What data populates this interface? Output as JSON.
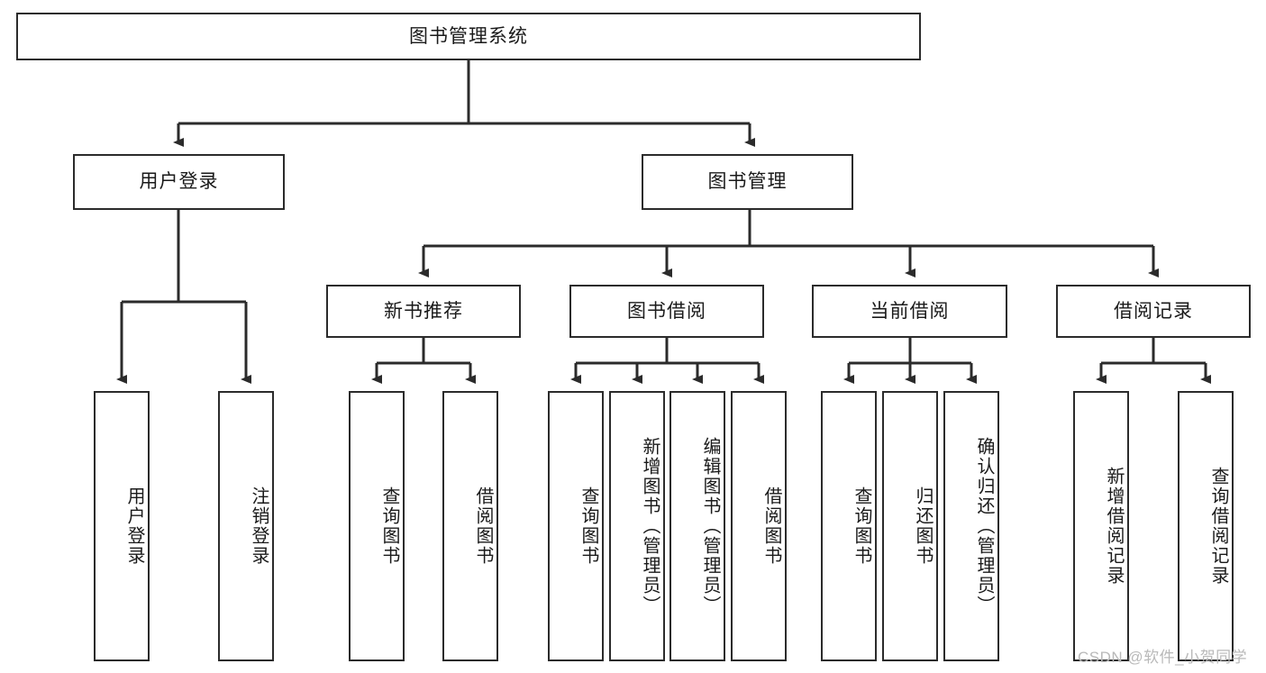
{
  "diagram": {
    "type": "tree-hierarchy",
    "title": "图书管理系统",
    "root": {
      "id": "root",
      "label": "图书管理系统"
    },
    "level2": [
      {
        "id": "user-login",
        "label": "用户登录"
      },
      {
        "id": "book-manage",
        "label": "图书管理"
      }
    ],
    "level3": [
      {
        "id": "new-book-rec",
        "label": "新书推荐"
      },
      {
        "id": "book-borrow",
        "label": "图书借阅"
      },
      {
        "id": "current-borrow",
        "label": "当前借阅"
      },
      {
        "id": "borrow-record",
        "label": "借阅记录"
      }
    ],
    "leaves": {
      "user_login": [
        {
          "id": "leaf-user-login",
          "label": "用户登录"
        },
        {
          "id": "leaf-logout-login",
          "label": "注销登录"
        }
      ],
      "new_book_rec": [
        {
          "id": "leaf-query-book-1",
          "label": "查询图书"
        },
        {
          "id": "leaf-borrow-book-1",
          "label": "借阅图书"
        }
      ],
      "book_borrow": [
        {
          "id": "leaf-query-book-2",
          "label": "查询图书"
        },
        {
          "id": "leaf-add-book",
          "label": "新增图书（管理员）"
        },
        {
          "id": "leaf-edit-book",
          "label": "编辑图书（管理员）"
        },
        {
          "id": "leaf-borrow-book-2",
          "label": "借阅图书"
        }
      ],
      "current_borrow": [
        {
          "id": "leaf-query-book-3",
          "label": "查询图书"
        },
        {
          "id": "leaf-return-book",
          "label": "归还图书"
        },
        {
          "id": "leaf-confirm-return",
          "label": "确认归还（管理员）"
        }
      ],
      "borrow_record": [
        {
          "id": "leaf-add-record",
          "label": "新增借阅记录"
        },
        {
          "id": "leaf-query-record",
          "label": "查询借阅记录"
        }
      ]
    },
    "watermark": "CSDN @软件_小贺同学",
    "colors": {
      "box_border": "#2b2b2b",
      "box_fill": "#ffffff",
      "line": "#2b2b2b",
      "text": "#1a1a1a",
      "watermark": "#b9b9b9",
      "background": "#ffffff"
    }
  }
}
